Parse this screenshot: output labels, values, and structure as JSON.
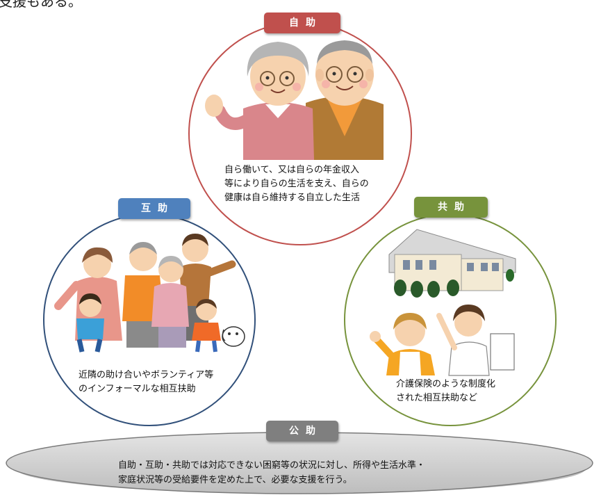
{
  "top_fragment": "支援もある。",
  "self_help": {
    "label": "自助",
    "lines": [
      "自ら働いて、又は自らの年金収入",
      "等により自らの生活を支え、自らの",
      "健康は自ら維持する自立した生活"
    ],
    "color": "#c0504d"
  },
  "mutual_help": {
    "label": "互助",
    "lines": [
      "近隣の助け合いやボランティア等",
      "のインフォーマルな相互扶助"
    ],
    "color": "#4f81bd"
  },
  "co_help": {
    "label": "共助",
    "lines": [
      "介護保険のような制度化",
      "された相互扶助など"
    ],
    "color": "#77933c"
  },
  "public_help": {
    "label": "公助",
    "lines": [
      "自助・互助・共助では対応できない困窮等の状況に対し、所得や生活水準・",
      "家庭状況等の受給要件を定めた上で、必要な支援を行う。"
    ],
    "color": "#7f7f7f"
  }
}
